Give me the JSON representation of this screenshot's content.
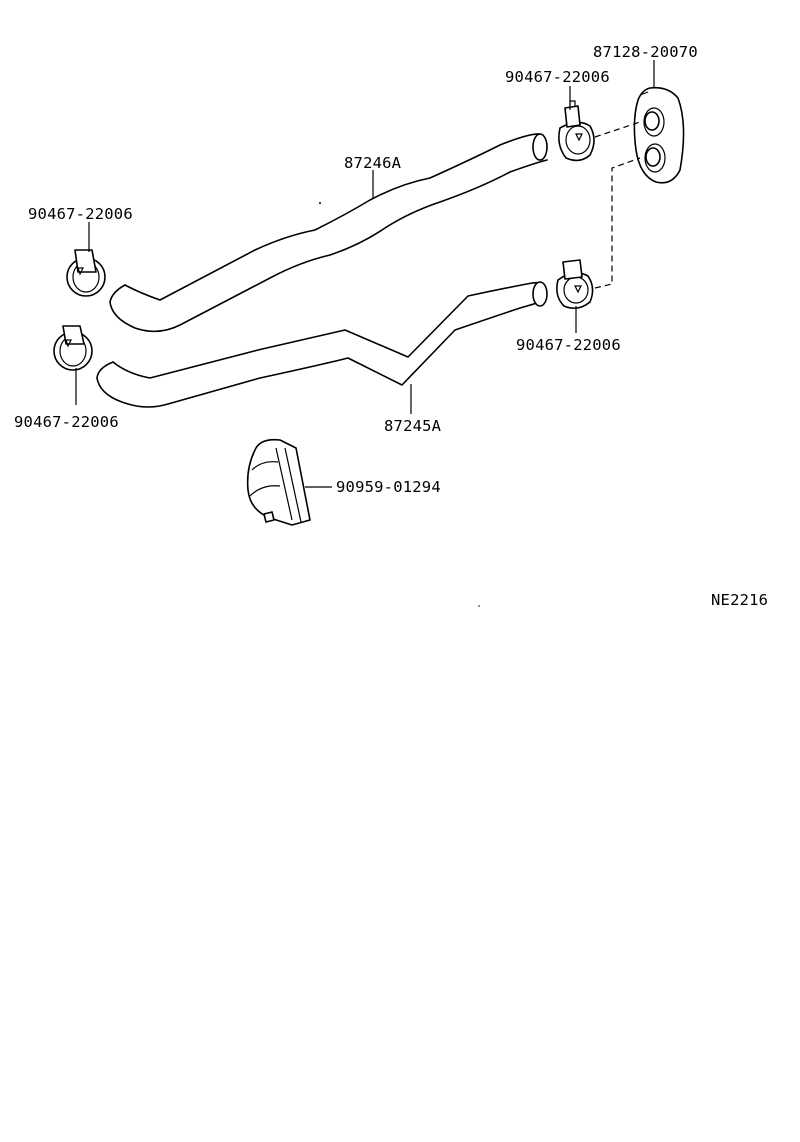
{
  "parts": {
    "hose_upper": "87246A",
    "hose_lower": "87245A",
    "clamp_upper_right": "90467-22006",
    "clamp_upper_left": "90467-22006",
    "clamp_lower_right": "90467-22006",
    "clamp_lower_left": "90467-22006",
    "grommet": "87128-20070",
    "clip": "90959-01294"
  },
  "diagram_code": "NE2216"
}
